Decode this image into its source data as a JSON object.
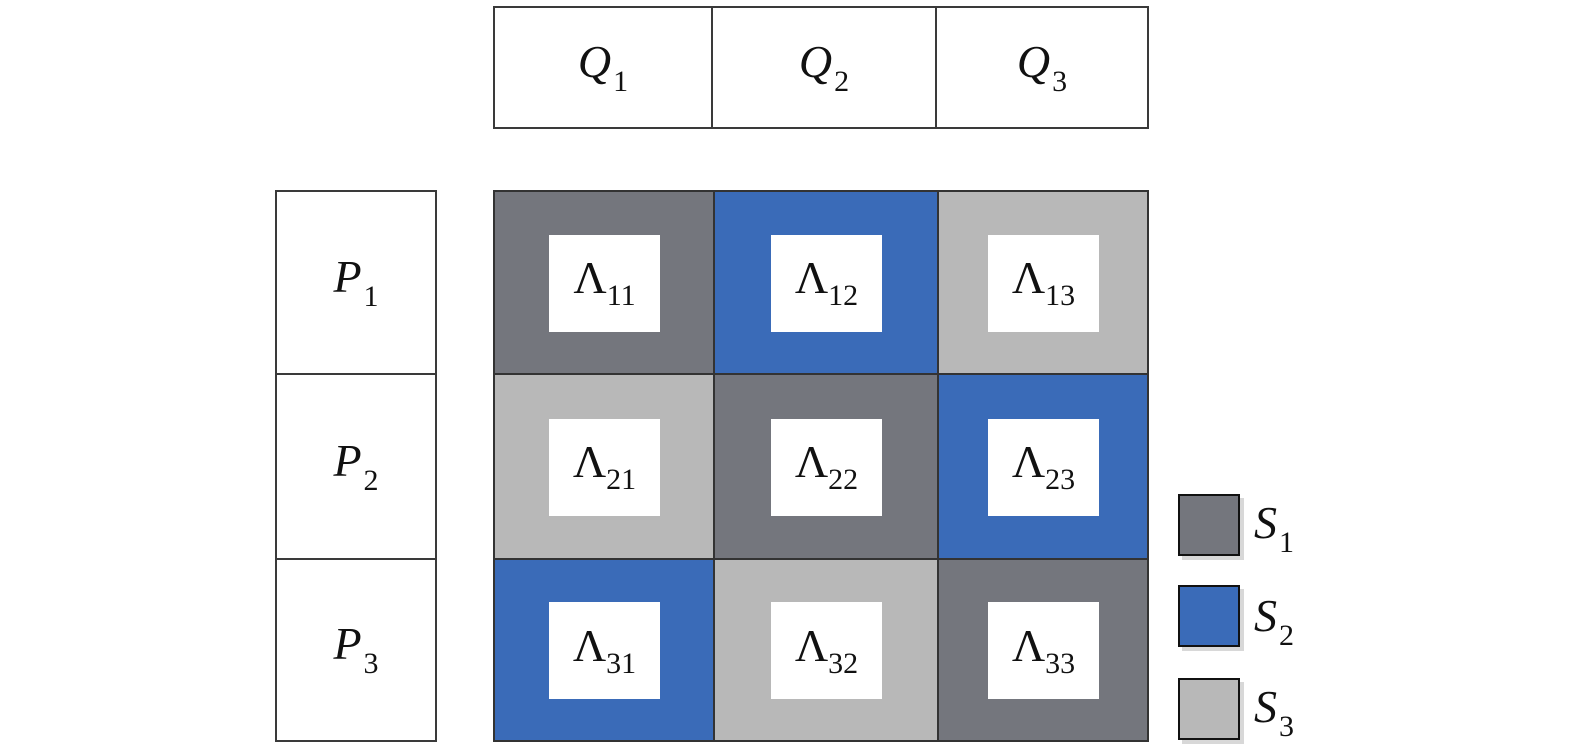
{
  "colors": {
    "S1": "#74767d",
    "S2": "#3a6bb8",
    "S3": "#b8b8b8"
  },
  "columns": [
    {
      "letter": "Q",
      "sub": "1"
    },
    {
      "letter": "Q",
      "sub": "2"
    },
    {
      "letter": "Q",
      "sub": "3"
    }
  ],
  "rows": [
    {
      "letter": "P",
      "sub": "1"
    },
    {
      "letter": "P",
      "sub": "2"
    },
    {
      "letter": "P",
      "sub": "3"
    }
  ],
  "cells": [
    [
      {
        "symbol": "Λ",
        "sub": "11",
        "strategy": "S1"
      },
      {
        "symbol": "Λ",
        "sub": "12",
        "strategy": "S2"
      },
      {
        "symbol": "Λ",
        "sub": "13",
        "strategy": "S3"
      }
    ],
    [
      {
        "symbol": "Λ",
        "sub": "21",
        "strategy": "S3"
      },
      {
        "symbol": "Λ",
        "sub": "22",
        "strategy": "S1"
      },
      {
        "symbol": "Λ",
        "sub": "23",
        "strategy": "S2"
      }
    ],
    [
      {
        "symbol": "Λ",
        "sub": "31",
        "strategy": "S2"
      },
      {
        "symbol": "Λ",
        "sub": "32",
        "strategy": "S3"
      },
      {
        "symbol": "Λ",
        "sub": "33",
        "strategy": "S1"
      }
    ]
  ],
  "legend": [
    {
      "letter": "S",
      "sub": "1",
      "key": "S1"
    },
    {
      "letter": "S",
      "sub": "2",
      "key": "S2"
    },
    {
      "letter": "S",
      "sub": "3",
      "key": "S3"
    }
  ]
}
